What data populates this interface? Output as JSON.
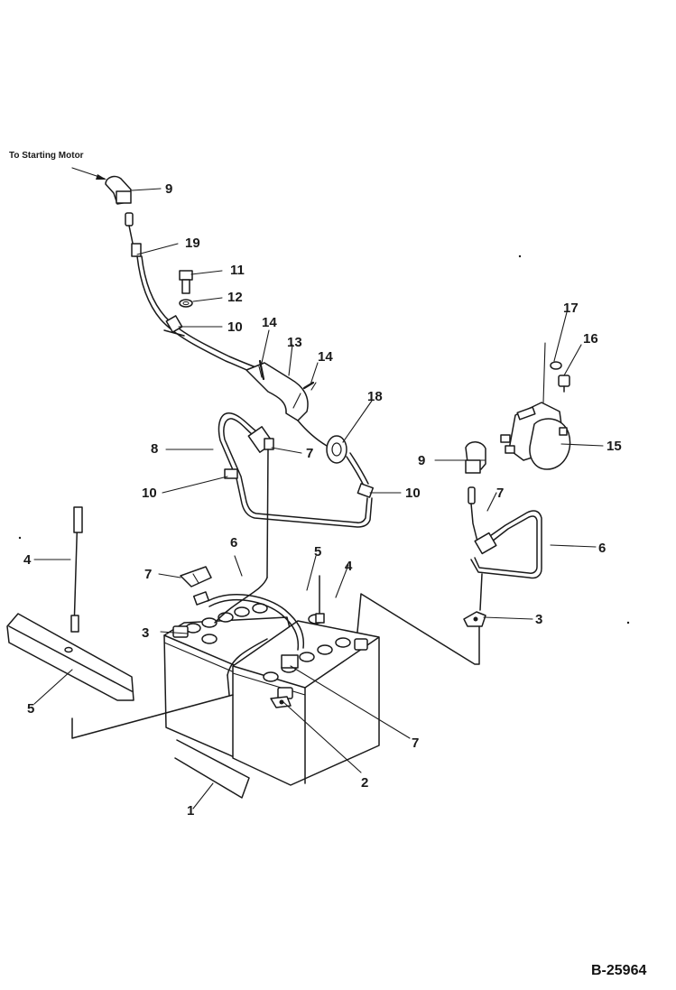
{
  "note": "To Starting Motor",
  "figure_code": "B-25964",
  "part_labels": {
    "p1": "1",
    "p2": "2",
    "p3a": "3",
    "p3b": "3",
    "p4a": "4",
    "p4b": "4",
    "p5a": "5",
    "p5b": "5",
    "p6a": "6",
    "p6b": "6",
    "p7a": "7",
    "p7b": "7",
    "p7c": "7",
    "p7d": "7",
    "p8": "8",
    "p9a": "9",
    "p9b": "9",
    "p10a": "10",
    "p10b": "10",
    "p10c": "10",
    "p11": "11",
    "p12": "12",
    "p13": "13",
    "p14a": "14",
    "p14b": "14",
    "p15": "15",
    "p16": "16",
    "p17": "17",
    "p18": "18",
    "p19": "19"
  }
}
